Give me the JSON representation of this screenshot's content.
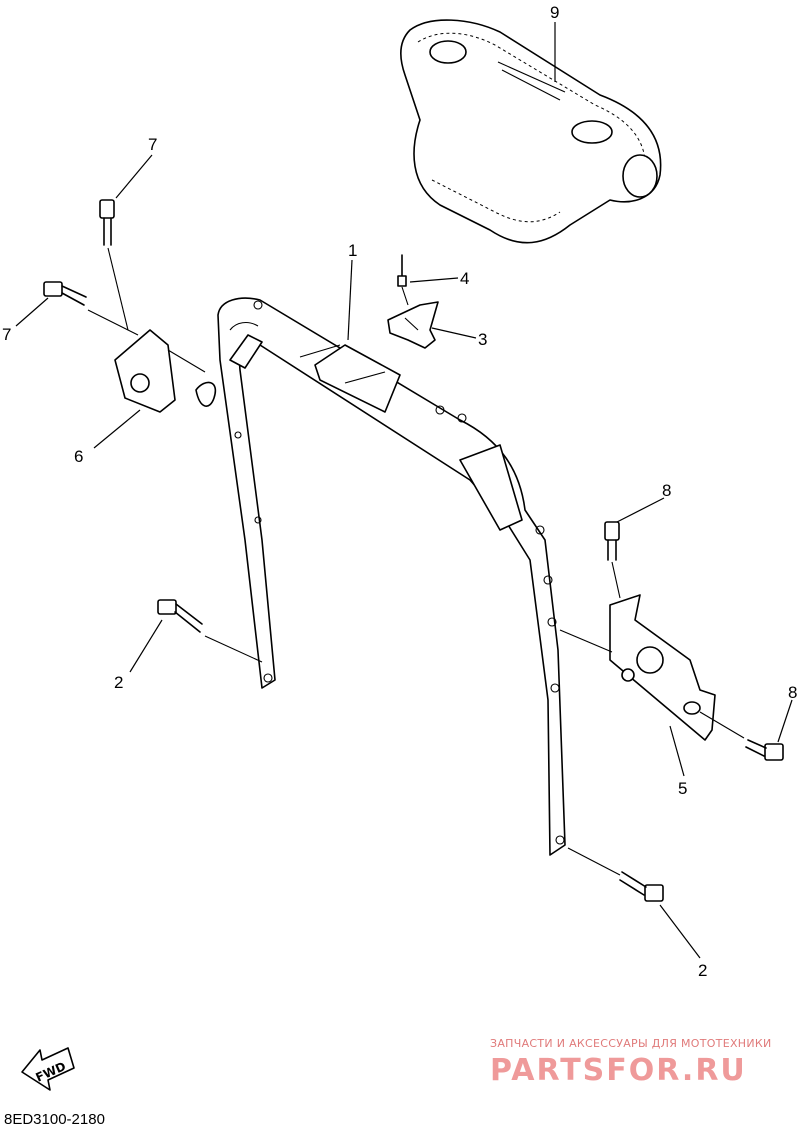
{
  "callouts": {
    "c1": "1",
    "c2a": "2",
    "c2b": "2",
    "c3": "3",
    "c4": "4",
    "c5": "5",
    "c6": "6",
    "c7a": "7",
    "c7b": "7",
    "c8a": "8",
    "c8b": "8",
    "c9": "9"
  },
  "diagram_code": "8ED3100-2180",
  "fwd_label": "FWD",
  "watermark": {
    "tagline": "ЗАПЧАСТИ И АКСЕССУАРЫ ДЛЯ МОТОТЕХНИКИ",
    "site": "PARTSFOR.RU",
    "color": "#ef9a9a"
  },
  "icons": [
    "fwd-arrow-icon"
  ]
}
